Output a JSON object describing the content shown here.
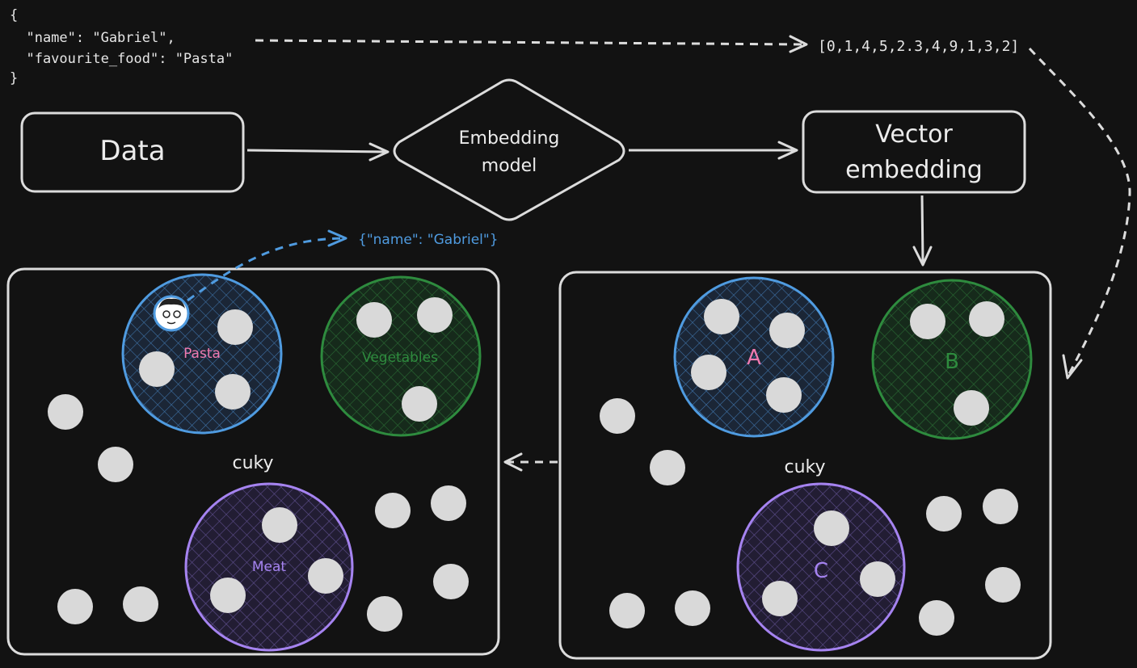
{
  "json_snippet": {
    "line1": "{",
    "line2": "  \"name\": \"Gabriel\",",
    "line3": "  \"favourite_food\": \"Pasta\"",
    "line4": "}"
  },
  "vector_text": "[0,1,4,5,2.3,4,9,1,3,2]",
  "nodes": {
    "data": "Data",
    "embedding_model_line1": "Embedding",
    "embedding_model_line2": "model",
    "vector_embedding_line1": "Vector",
    "vector_embedding_line2": "embedding"
  },
  "gabriel_tag": "{\"name\": \"Gabriel\"}",
  "left_box": {
    "label": "cuky",
    "clusters": [
      {
        "label": "Pasta",
        "color": "#4f9be0",
        "label_color": "#f07ab0"
      },
      {
        "label": "Vegetables",
        "color": "#2e8b3e",
        "label_color": "#2e8b3e"
      },
      {
        "label": "Meat",
        "color": "#a583f0",
        "label_color": "#a583f0"
      }
    ]
  },
  "right_box": {
    "label": "cuky",
    "clusters": [
      {
        "label": "A",
        "color": "#4f9be0",
        "label_color": "#f07ab0"
      },
      {
        "label": "B",
        "color": "#2e8b3e",
        "label_color": "#2e8b3e"
      },
      {
        "label": "C",
        "color": "#a583f0",
        "label_color": "#a583f0"
      }
    ]
  },
  "icons": {
    "avatar": "person-avatar-icon"
  }
}
